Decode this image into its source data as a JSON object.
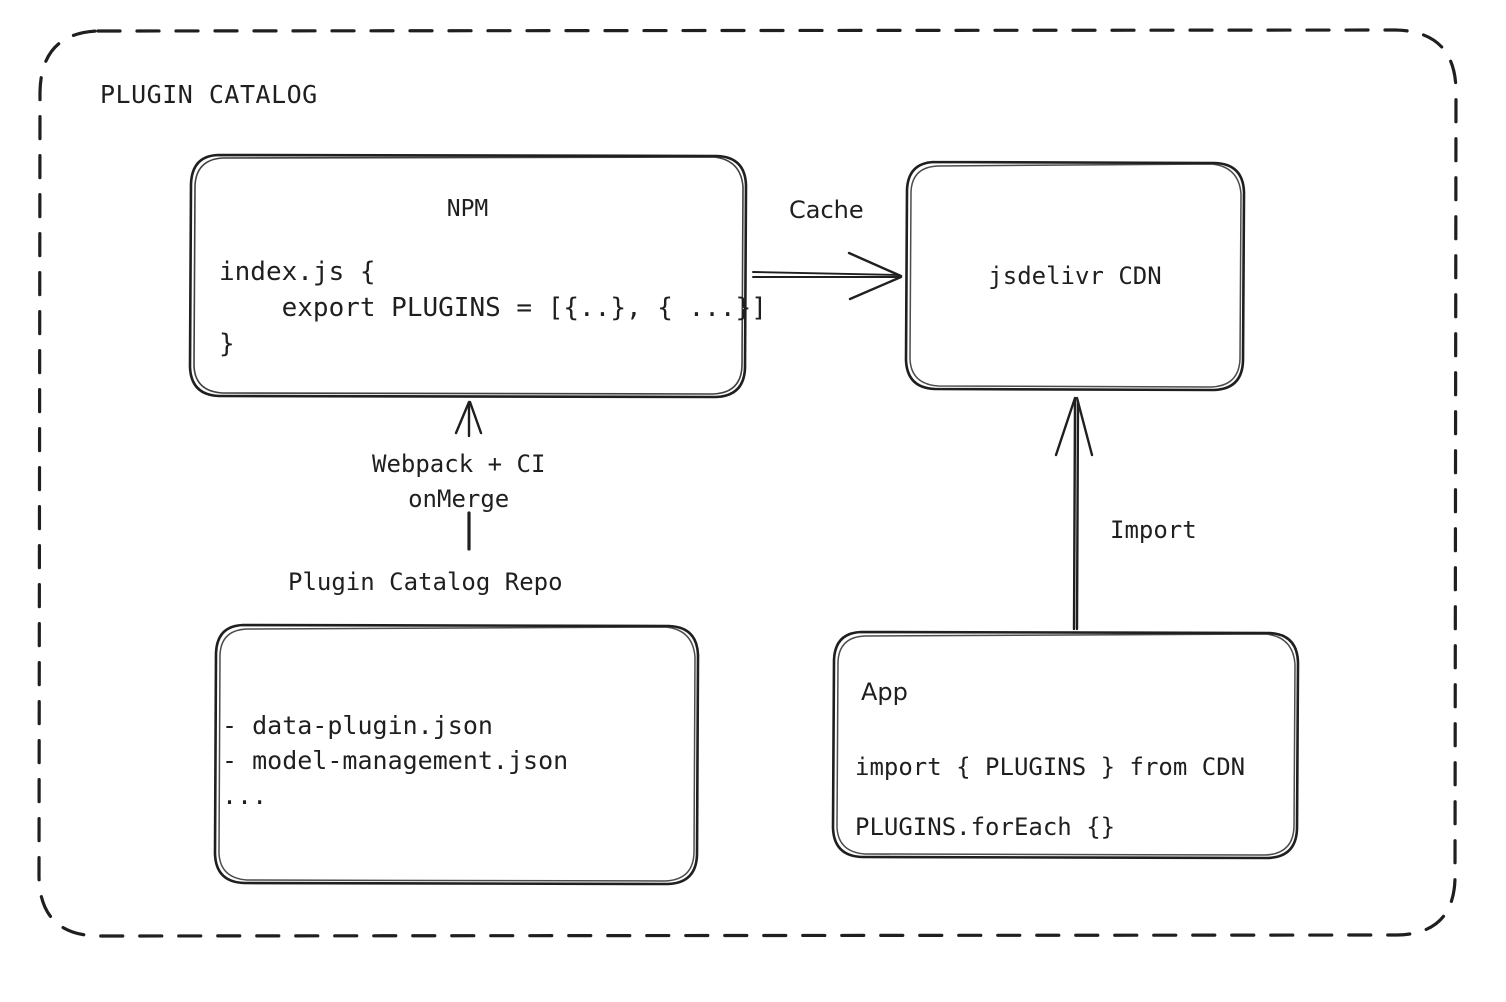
{
  "diagram": {
    "title": "PLUGIN CATALOG",
    "stroke_color": "#1f1f1f",
    "background_color": "#ffffff",
    "container": {
      "name": "plugin-catalog-boundary",
      "style": "dashed-rounded-rect"
    },
    "nodes": [
      {
        "id": "npm",
        "title": "NPM",
        "code": "index.js {\n    export PLUGINS = [{..}, { ...}]\n}"
      },
      {
        "id": "cdn",
        "title": "jsdelivr CDN"
      },
      {
        "id": "repo",
        "title": "Plugin Catalog Repo",
        "items": "- data-plugin.json\n- model-management.json\n..."
      },
      {
        "id": "app",
        "title": "App",
        "code_line_1": "import { PLUGINS } from CDN",
        "code_line_2": "PLUGINS.forEach {}"
      }
    ],
    "edges": [
      {
        "id": "npm-to-cdn",
        "label": "Cache",
        "from": "npm",
        "to": "cdn",
        "direction": "right"
      },
      {
        "id": "repo-to-npm",
        "label": "Webpack + CI\nonMerge",
        "from": "repo",
        "to": "npm",
        "direction": "up"
      },
      {
        "id": "app-to-cdn",
        "label": "Import",
        "from": "app",
        "to": "cdn",
        "direction": "up"
      }
    ]
  }
}
